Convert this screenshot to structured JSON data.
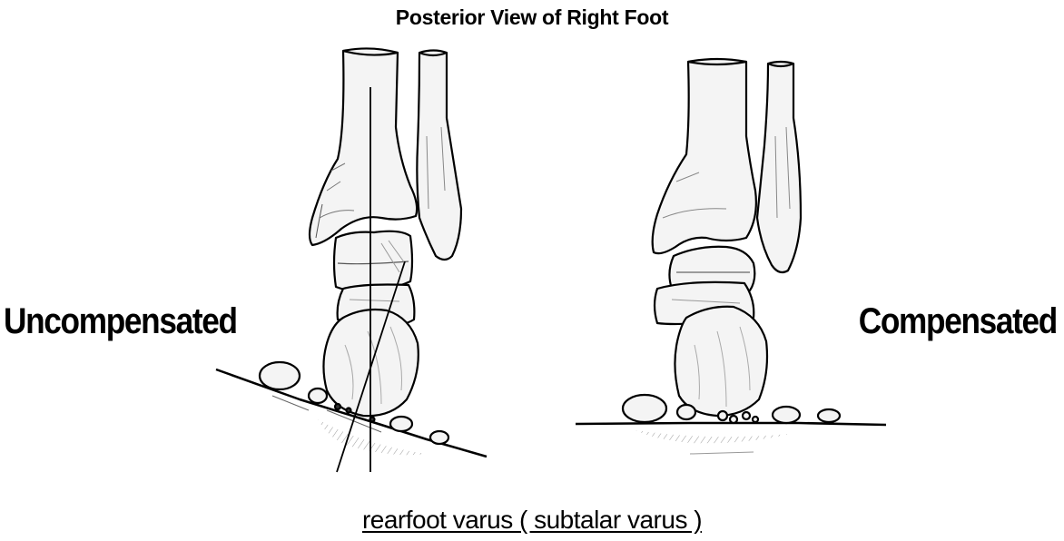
{
  "title": "Posterior View of Right Foot",
  "labels": {
    "left": "Uncompensated",
    "right": "Compensated"
  },
  "caption": "rearfoot varus ( subtalar varus )",
  "colors": {
    "ink": "#000000",
    "bone_fill": "#f4f4f4",
    "shade": "#8a8a8a",
    "background": "#ffffff"
  }
}
